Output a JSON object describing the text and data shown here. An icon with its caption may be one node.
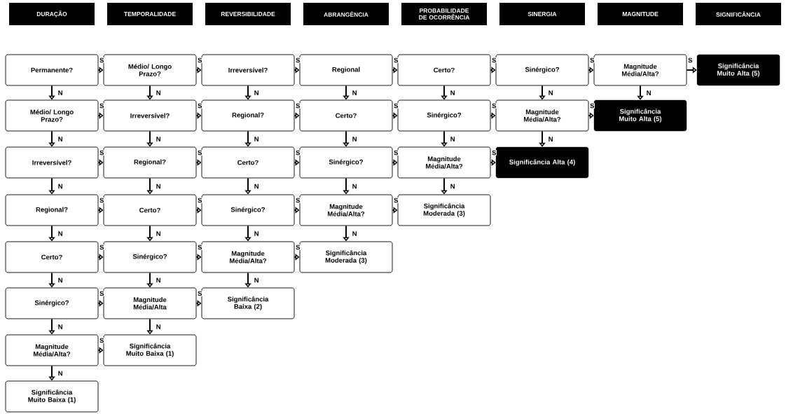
{
  "diagram": {
    "nodes": [
      {
        "text": [
          "DURAÇÃO"
        ]
      },
      {
        "text": [
          "TEMPORALIDADE"
        ]
      },
      {
        "text": [
          "REVERSIBILIDADE"
        ]
      },
      {
        "text": [
          "ABRANGÊNCIA"
        ]
      },
      {
        "text": [
          "PROBABILIDADE DE OCORRÊNCIA"
        ]
      },
      {
        "text": [
          "SINERGIA"
        ]
      },
      {
        "text": [
          "MAGNITUDE"
        ]
      },
      {
        "text": [
          "SIGNIFICÂNCIA"
        ]
      },
      {
        "text": [
          "Permanente?"
        ]
      },
      {
        "text": [
          "Médio/ Longo Prazo?"
        ]
      },
      {
        "text": [
          "Irreversível?"
        ]
      },
      {
        "text": [
          "Regional"
        ]
      },
      {
        "text": [
          "Certo?"
        ]
      },
      {
        "text": [
          "Sinérgico?"
        ]
      },
      {
        "text": [
          "Magnitude Média/Alta?"
        ]
      },
      {
        "text": [
          "Significância Muito Alta (5)"
        ]
      },
      {
        "text": [
          "Médio/ Longo Prazo?"
        ]
      },
      {
        "text": [
          "Irreversível?"
        ]
      },
      {
        "text": [
          "Regional?"
        ]
      },
      {
        "text": [
          "Certo?"
        ]
      },
      {
        "text": [
          "Sinérgico?"
        ]
      },
      {
        "text": [
          "Magnitude Média/Alta?"
        ]
      },
      {
        "text": [
          "Significância Muito Alta (5)"
        ]
      },
      {
        "text": [
          "Irreversível?"
        ]
      },
      {
        "text": [
          "Regional?"
        ]
      },
      {
        "text": [
          "Certo?"
        ]
      },
      {
        "text": [
          "Sinérgico?"
        ]
      },
      {
        "text": [
          "Magnitude Média/Alta?"
        ]
      },
      {
        "text": [
          "Significância Alta (4)"
        ]
      },
      {
        "text": [
          "Regional?"
        ]
      },
      {
        "text": [
          "Certo?"
        ]
      },
      {
        "text": [
          "Sinérgico?"
        ]
      },
      {
        "text": [
          "Magnitude Média/Alta?"
        ]
      },
      {
        "text": [
          "Significância Moderada (3)"
        ]
      },
      {
        "text": [
          "Certo?"
        ]
      },
      {
        "text": [
          "Sinérgico?"
        ]
      },
      {
        "text": [
          "Magnitude Média/Alta?"
        ]
      },
      {
        "text": [
          "Significância Moderada (3)"
        ]
      },
      {
        "text": [
          "Sinérgico?"
        ]
      },
      {
        "text": [
          "Magnitude Média/Alta"
        ]
      },
      {
        "text": [
          "Significância Baixa (2)"
        ]
      },
      {
        "text": [
          "Magnitude Média/Alta?"
        ]
      },
      {
        "text": [
          "Significância Muito Baixa (1)"
        ]
      },
      {
        "text": [
          "Significância Muito Baixa (1)"
        ]
      }
    ],
    "edges": [
      {
        "from": 8,
        "to": 9,
        "arrow": "to",
        "label": "S"
      },
      {
        "from": 9,
        "to": 10,
        "arrow": "to",
        "label": "S"
      },
      {
        "from": 10,
        "to": 11,
        "arrow": "to",
        "label": "S"
      },
      {
        "from": 11,
        "to": 12,
        "arrow": "to",
        "label": "S"
      },
      {
        "from": 12,
        "to": 13,
        "arrow": "to",
        "label": "S"
      },
      {
        "from": 13,
        "to": 14,
        "arrow": "to",
        "label": "S"
      },
      {
        "from": 14,
        "to": 15,
        "arrow": "to",
        "label": "S"
      },
      {
        "from": 16,
        "to": 17,
        "arrow": "to",
        "label": "S"
      },
      {
        "from": 17,
        "to": 18,
        "arrow": "to",
        "label": "S"
      },
      {
        "from": 18,
        "to": 19,
        "arrow": "to",
        "label": "S"
      },
      {
        "from": 19,
        "to": 20,
        "arrow": "to",
        "label": "S"
      },
      {
        "from": 20,
        "to": 21,
        "arrow": "to",
        "label": "S"
      },
      {
        "from": 21,
        "to": 22,
        "arrow": "to",
        "label": "S"
      },
      {
        "from": 23,
        "to": 24,
        "arrow": "to",
        "label": "S"
      },
      {
        "from": 24,
        "to": 25,
        "arrow": "to",
        "label": "S"
      },
      {
        "from": 25,
        "to": 26,
        "arrow": "to",
        "label": "S"
      },
      {
        "from": 26,
        "to": 27,
        "arrow": "to",
        "label": "S"
      },
      {
        "from": 27,
        "to": 28,
        "arrow": "to",
        "label": "S"
      },
      {
        "from": 29,
        "to": 30,
        "arrow": "to",
        "label": "S"
      },
      {
        "from": 30,
        "to": 31,
        "arrow": "to",
        "label": "S"
      },
      {
        "from": 31,
        "to": 32,
        "arrow": "to",
        "label": "S"
      },
      {
        "from": 32,
        "to": 33,
        "arrow": "to",
        "label": "S"
      },
      {
        "from": 34,
        "to": 35,
        "arrow": "to",
        "label": "S"
      },
      {
        "from": 35,
        "to": 36,
        "arrow": "to",
        "label": "S"
      },
      {
        "from": 36,
        "to": 37,
        "arrow": "to",
        "label": "S"
      },
      {
        "from": 38,
        "to": 39,
        "arrow": "to",
        "label": "S"
      },
      {
        "from": 39,
        "to": 40,
        "arrow": "to",
        "label": "S"
      },
      {
        "from": 41,
        "to": 42,
        "arrow": "to",
        "label": "S"
      },
      {
        "from": 8,
        "to": 16,
        "arrow": "to",
        "label": "N"
      },
      {
        "from": 9,
        "to": 17,
        "arrow": "to",
        "label": "N"
      },
      {
        "from": 10,
        "to": 18,
        "arrow": "to",
        "label": "N"
      },
      {
        "from": 11,
        "to": 19,
        "arrow": "to",
        "label": "N"
      },
      {
        "from": 12,
        "to": 20,
        "arrow": "to",
        "label": "N"
      },
      {
        "from": 13,
        "to": 21,
        "arrow": "to",
        "label": "N"
      },
      {
        "from": 14,
        "to": 22,
        "arrow": "to",
        "label": "N"
      },
      {
        "from": 16,
        "to": 23,
        "arrow": "to",
        "label": "N"
      },
      {
        "from": 17,
        "to": 24,
        "arrow": "to",
        "label": "N"
      },
      {
        "from": 18,
        "to": 25,
        "arrow": "to",
        "label": "N"
      },
      {
        "from": 19,
        "to": 26,
        "arrow": "to",
        "label": "N"
      },
      {
        "from": 20,
        "to": 27,
        "arrow": "to",
        "label": "N"
      },
      {
        "from": 21,
        "to": 28,
        "arrow": "to",
        "label": "N"
      },
      {
        "from": 23,
        "to": 29,
        "arrow": "to",
        "label": "N"
      },
      {
        "from": 24,
        "to": 30,
        "arrow": "to",
        "label": "N"
      },
      {
        "from": 25,
        "to": 31,
        "arrow": "to",
        "label": "N"
      },
      {
        "from": 26,
        "to": 32,
        "arrow": "to",
        "label": "N"
      },
      {
        "from": 27,
        "to": 33,
        "arrow": "to",
        "label": "N"
      },
      {
        "from": 29,
        "to": 34,
        "arrow": "to",
        "label": "N"
      },
      {
        "from": 30,
        "to": 35,
        "arrow": "to",
        "label": "N"
      },
      {
        "from": 31,
        "to": 36,
        "arrow": "to",
        "label": "N"
      },
      {
        "from": 32,
        "to": 37,
        "arrow": "to",
        "label": "N"
      },
      {
        "from": 34,
        "to": 38,
        "arrow": "to",
        "label": "N"
      },
      {
        "from": 35,
        "to": 39,
        "arrow": "to",
        "label": "N"
      },
      {
        "from": 36,
        "to": 40,
        "arrow": "to",
        "label": "N"
      },
      {
        "from": 38,
        "to": 41,
        "arrow": "to",
        "label": "N"
      },
      {
        "from": 39,
        "to": 42,
        "arrow": "to",
        "label": "N"
      },
      {
        "from": 41,
        "to": 43,
        "arrow": "to",
        "label": "N"
      }
    ]
  }
}
